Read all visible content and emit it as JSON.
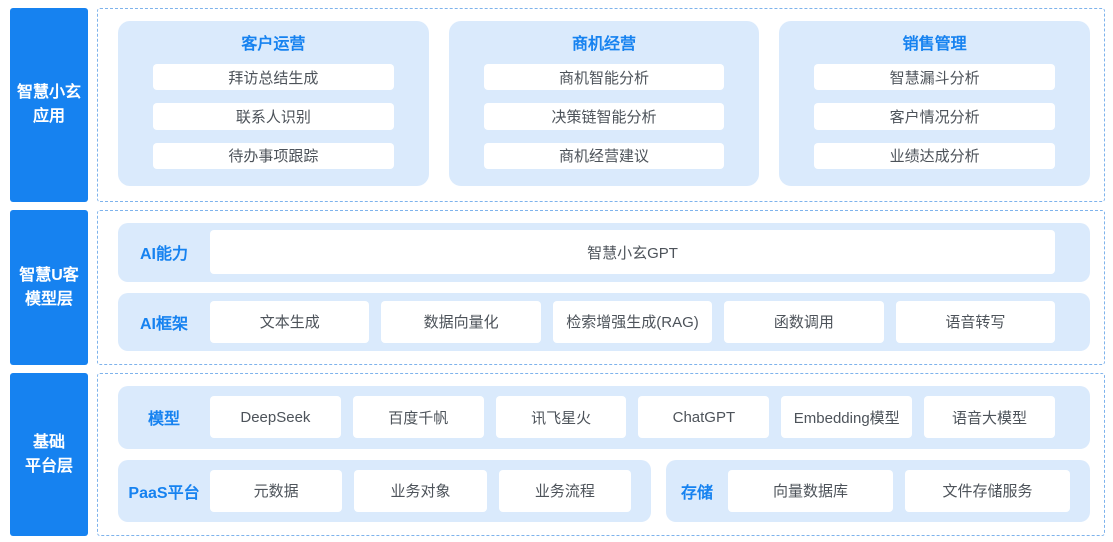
{
  "colors": {
    "accent_blue": "#1682F0",
    "layer_card_bg": "#DAEAFC",
    "dashed_border": "#7EB3EC",
    "pill_bg": "#FFFFFF",
    "pill_text": "#4D535A"
  },
  "sections": {
    "app": {
      "side": {
        "line1": "智慧小玄",
        "line2": "应用"
      },
      "groups": [
        {
          "title": "客户运营",
          "items": [
            "拜访总结生成",
            "联系人识别",
            "待办事项跟踪"
          ]
        },
        {
          "title": "商机经营",
          "items": [
            "商机智能分析",
            "决策链智能分析",
            "商机经营建议"
          ]
        },
        {
          "title": "销售管理",
          "items": [
            "智慧漏斗分析",
            "客户情况分析",
            "业绩达成分析"
          ]
        }
      ]
    },
    "model": {
      "side": {
        "line1": "智慧U客",
        "line2": "模型层"
      },
      "ai_capability": {
        "label": "AI能力",
        "items": [
          "智慧小玄GPT"
        ]
      },
      "ai_framework": {
        "label": "AI框架",
        "items": [
          "文本生成",
          "数据向量化",
          "检索增强生成(RAG)",
          "函数调用",
          "语音转写"
        ]
      }
    },
    "platform": {
      "side": {
        "line1": "基础",
        "line2": "平台层"
      },
      "models": {
        "label": "模型",
        "items": [
          "DeepSeek",
          "百度千帆",
          "讯飞星火",
          "ChatGPT",
          "Embedding模型",
          "语音大模型"
        ]
      },
      "paas": {
        "label": "PaaS平台",
        "items": [
          "元数据",
          "业务对象",
          "业务流程"
        ]
      },
      "storage": {
        "label": "存储",
        "items": [
          "向量数据库",
          "文件存储服务"
        ]
      }
    }
  }
}
